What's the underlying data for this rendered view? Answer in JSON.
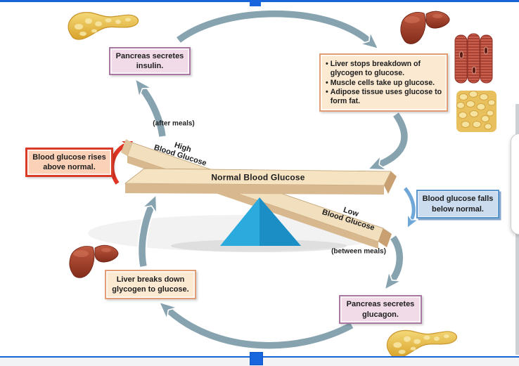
{
  "boxes": {
    "insulin": "Pancreas secretes insulin.",
    "rises": "Blood glucose rises above normal.",
    "falls": "Blood glucose falls below normal.",
    "liver_breaks": "Liver breaks down glycogen to glucose.",
    "glucagon": "Pancreas secretes glucagon.",
    "effects": {
      "bullet": "•",
      "items": [
        "Liver stops breakdown of glycogen to glucose.",
        "Muscle cells take up glucose.",
        "Adipose tissue uses glucose to form fat."
      ]
    }
  },
  "seesaw": {
    "high": {
      "line1": "High",
      "line2": "Blood Glucose"
    },
    "normal": "Normal Blood Glucose",
    "low": {
      "line1": "Low",
      "line2": "Blood Glucose"
    }
  },
  "annotations": {
    "after_meals": "(after meals)",
    "between_meals": "(between meals)"
  },
  "icons": {
    "top_left": "pancreas",
    "top_right": "liver",
    "right_upper": "muscle-cells",
    "right_lower": "adipose-tissue",
    "bottom_left": "liver",
    "bottom_right": "pancreas"
  },
  "colors": {
    "selection_blue": "#1565d8",
    "cycle_arrow": "#87a3b0",
    "rise_arrow_red": "#e03424",
    "fall_arrow_blue": "#6fa8d8",
    "beam_top": "#f2dfbd",
    "beam_front": "#d8b88e",
    "fulcrum_light": "#2baade",
    "fulcrum_dark": "#1b8ec5",
    "pink_box_bg": "#f2dbe9",
    "pink_box_border": "#aa76a2",
    "peach_box_bg": "#fbe9d2",
    "peach_box_border": "#e29d72",
    "salmon_box_bg": "#fbd2b8",
    "salmon_box_border": "#d93b27",
    "blue_box_bg": "#cbdcef",
    "blue_box_border": "#5a96cc"
  }
}
